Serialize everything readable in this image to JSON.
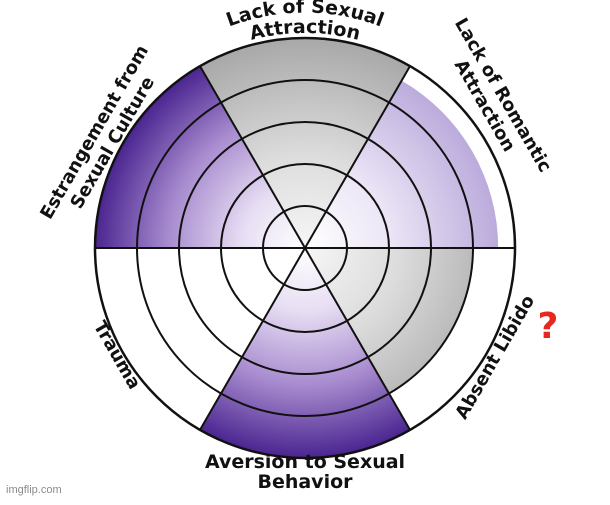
{
  "segments": [
    {
      "label": "Lack of Sexual Attraction",
      "fill": "gray",
      "level": 5
    },
    {
      "label": "Lack of Romantic Attraction",
      "fill": "lavender",
      "level": 4.6
    },
    {
      "label": "Absent Libido",
      "fill": "gray",
      "level": 4
    },
    {
      "label": "Aversion to Sexual Behavior",
      "fill": "purple",
      "level": 5
    },
    {
      "label": "Trauma",
      "fill": "none",
      "level": 0
    },
    {
      "label": "Estrangement from Sexual Culture",
      "fill": "purple",
      "level": 5
    }
  ],
  "rings": 5,
  "annotation": "?",
  "watermark": "imgflip.com",
  "colors": {
    "purple": "#4a2590",
    "lavender": "#b4a2d8",
    "gray": "#a8a8a8",
    "annotation": "#e8281e",
    "outline": "#111111"
  }
}
